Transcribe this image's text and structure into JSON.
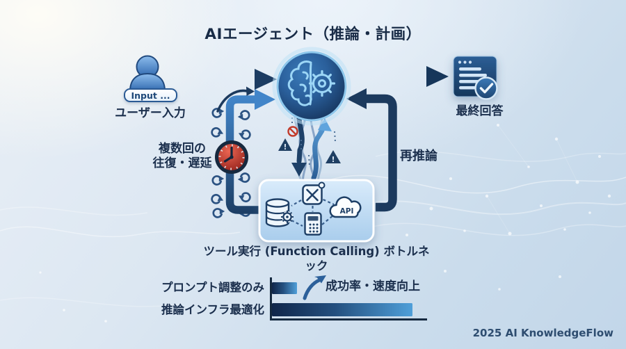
{
  "title": "AIエージェント（推論・計画）",
  "footer": "2025 AI KnowledgeFlow",
  "nodes": {
    "user_input": {
      "label": "ユーザー入力",
      "badge": "Input ..."
    },
    "agent": {
      "description": "brain-gear agent node"
    },
    "final_answer": {
      "label": "最終回答"
    },
    "latency": {
      "label": "複数回の\n往復・遅延"
    },
    "re_reasoning": {
      "label": "再推論"
    },
    "tool_execution": {
      "label": "ツール実行 (Function Calling) ボトルネック",
      "api_badge": "API"
    }
  },
  "chart_data": {
    "type": "bar",
    "orientation": "horizontal",
    "categories": [
      "プロンプト調整のみ",
      "推論インフラ最適化"
    ],
    "values": [
      18,
      100
    ],
    "unit": "relative",
    "annotation": "成功率・速度向上",
    "grid": false,
    "legend": false
  },
  "colors": {
    "accent_navy": "#1c3a5e",
    "accent_blue": "#3f80c4",
    "alert_red": "#c0392b",
    "bar_gradient_start": "#10264a",
    "bar_gradient_end": "#4f9fd9"
  }
}
